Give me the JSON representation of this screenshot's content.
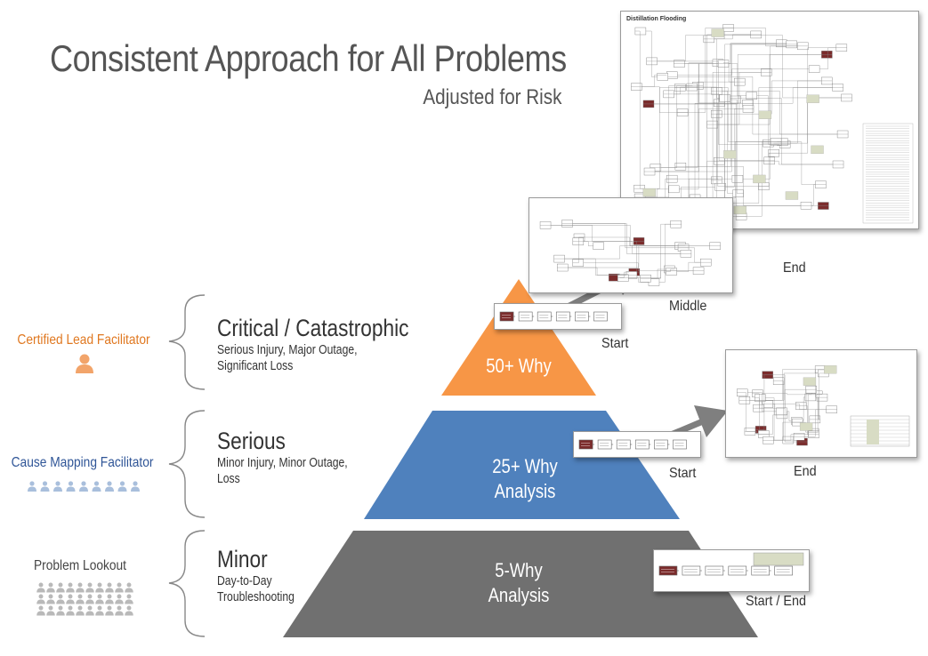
{
  "header": {
    "title": "Consistent Approach for All Problems",
    "subtitle": "Adjusted for Risk"
  },
  "levels": [
    {
      "title": "Critical / Catastrophic",
      "description_lines": [
        "Serious Injury, Major Outage,",
        "Significant Loss"
      ],
      "role": "Certified Lead Facilitator",
      "role_color": "#e07820",
      "people_count": 1,
      "pyramid_label_lines": [
        "50+ Why"
      ],
      "pyramid_color": "#f79646"
    },
    {
      "title": "Serious",
      "description_lines": [
        "Minor Injury, Minor Outage,",
        "Loss"
      ],
      "role": "Cause Mapping Facilitator",
      "role_color": "#2f5597",
      "people_count": 9,
      "pyramid_label_lines": [
        "25+ Why",
        "Analysis"
      ],
      "pyramid_color": "#4f81bd"
    },
    {
      "title": "Minor",
      "description_lines": [
        "Day-to-Day",
        "Troubleshooting"
      ],
      "role": "Problem Lookout",
      "role_color": "#444444",
      "people_count": 30,
      "pyramid_label_lines": [
        "5-Why",
        "Analysis"
      ],
      "pyramid_color": "#7f7f7f"
    }
  ],
  "map_captions": {
    "critical_start": "Start",
    "critical_middle": "Middle",
    "critical_end": "End",
    "serious_start": "Start",
    "serious_end": "End",
    "minor": "Start / End"
  },
  "large_map": {
    "title": "Distillation Flooding"
  },
  "colors": {
    "arrow": "#7f7f7f",
    "map_problem_box": "#7b2c2c",
    "map_note": "#d8dcc4"
  },
  "icons": [
    "person-icon",
    "people-group-icon",
    "brace-icon",
    "arrow-icon"
  ]
}
